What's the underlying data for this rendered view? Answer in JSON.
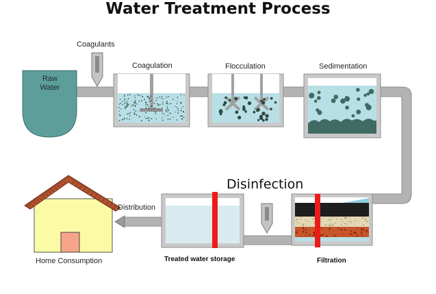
{
  "title": "Water Treatment Process",
  "labels": {
    "coagulants": "Coagulants",
    "raw_water_line1": "Raw",
    "raw_water_line2": "Water",
    "coagulation": "Coagulation",
    "flocculation": "Flocculation",
    "sedimentation": "Sedimentation",
    "disinfection": "Disinfection",
    "distribution": "Distribution",
    "home_consumption": "Home Consumption",
    "treated_water_storage": "Treated water storage",
    "filtration": "Filtration"
  },
  "colors": {
    "pipe": "#b3b3b3",
    "tank_border": "#8e8e8e",
    "water": "#b8dfe6",
    "raw_water": "#5d9e9b",
    "particle": "#2e4a42",
    "sediment": "#3f6b63",
    "disinfection_bar": "#ee1b1b",
    "house_wall": "#fbfba6",
    "house_door": "#f6a58a",
    "roof": "#a34a2a"
  }
}
